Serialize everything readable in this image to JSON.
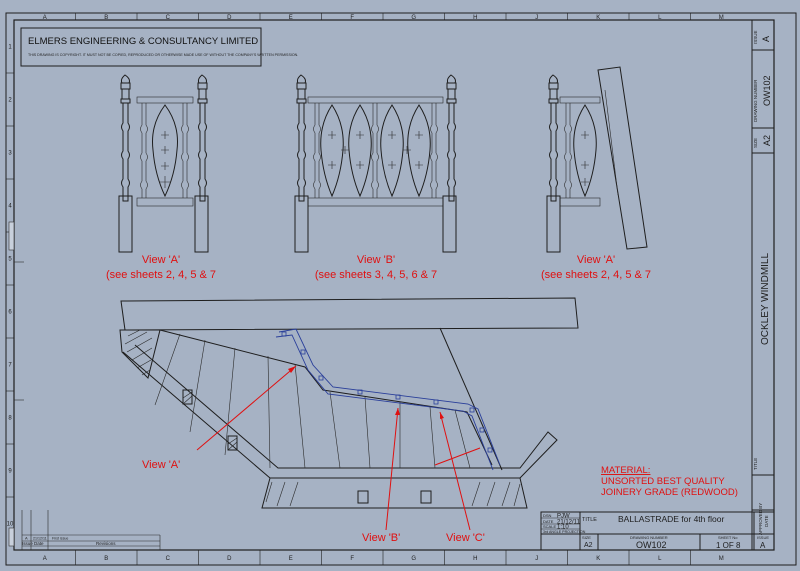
{
  "company": {
    "name": "ELMERS ENGINEERING & CONSULTANCY LIMITED",
    "copyright": "THIS DRAWING IS COPYRIGHT. IT MUST NOT BE COPIED, REPRODUCED OR OTHERWISE MADE USE OF WITHOUT THE COMPANY'S WRITTEN PERMISSION."
  },
  "grid": {
    "columns": [
      "A",
      "B",
      "C",
      "D",
      "E",
      "F",
      "G",
      "H",
      "J",
      "K",
      "L",
      "M"
    ],
    "rows": [
      "1",
      "2",
      "3",
      "4",
      "5",
      "6",
      "7",
      "8",
      "9",
      "10"
    ]
  },
  "views": [
    {
      "title": "View 'A'",
      "refs": "(see sheets 2, 4, 5 & 7"
    },
    {
      "title": "View 'B'",
      "refs": "(see sheets 3, 4, 5, 6 & 7"
    },
    {
      "title": "View 'A'",
      "refs": "(see sheets 2, 4, 5 & 7"
    }
  ],
  "callouts": {
    "a": "View 'A'",
    "b": "View 'B'",
    "c": "View 'C'"
  },
  "material": {
    "heading": "MATERIAL:",
    "line1": "UNSORTED BEST QUALITY",
    "line2": "JOINERY GRADE (REDWOOD)"
  },
  "project_name": "OCKLEY WINDMILL",
  "title_block": {
    "dsn_label": "DSN",
    "dsn": "PJW",
    "date_label": "DATE",
    "date": "21/12/11",
    "scale_label": "SCALE",
    "scale": "1:10",
    "projection": "3rd ANGLE PROJECTION",
    "title_label": "TITLE",
    "title": "BALLASTRADE for 4th floor",
    "size_label": "SIZE",
    "size": "A2",
    "drawing_number_label": "DRAWING NUMBER",
    "drawing_number": "OW102",
    "sheet_label": "SHEET No",
    "sheet": "1 OF 8",
    "issue_label": "ISSUE",
    "issue": "A",
    "approved_label": "APPROVED BY",
    "approved_date_label": "DATE"
  },
  "side_strip": {
    "issue_label": "ISSUE",
    "issue": "A",
    "drawing_number_label": "DRAWING NUMBER",
    "drawing_number": "OW102",
    "size_label": "SIZE",
    "size": "A2",
    "title_label": "TITLE"
  },
  "revisions": {
    "header": [
      "Issue",
      "Date",
      "Revisions"
    ],
    "row": {
      "issue": "A",
      "date": "21/12/11",
      "text": "First issue"
    }
  }
}
